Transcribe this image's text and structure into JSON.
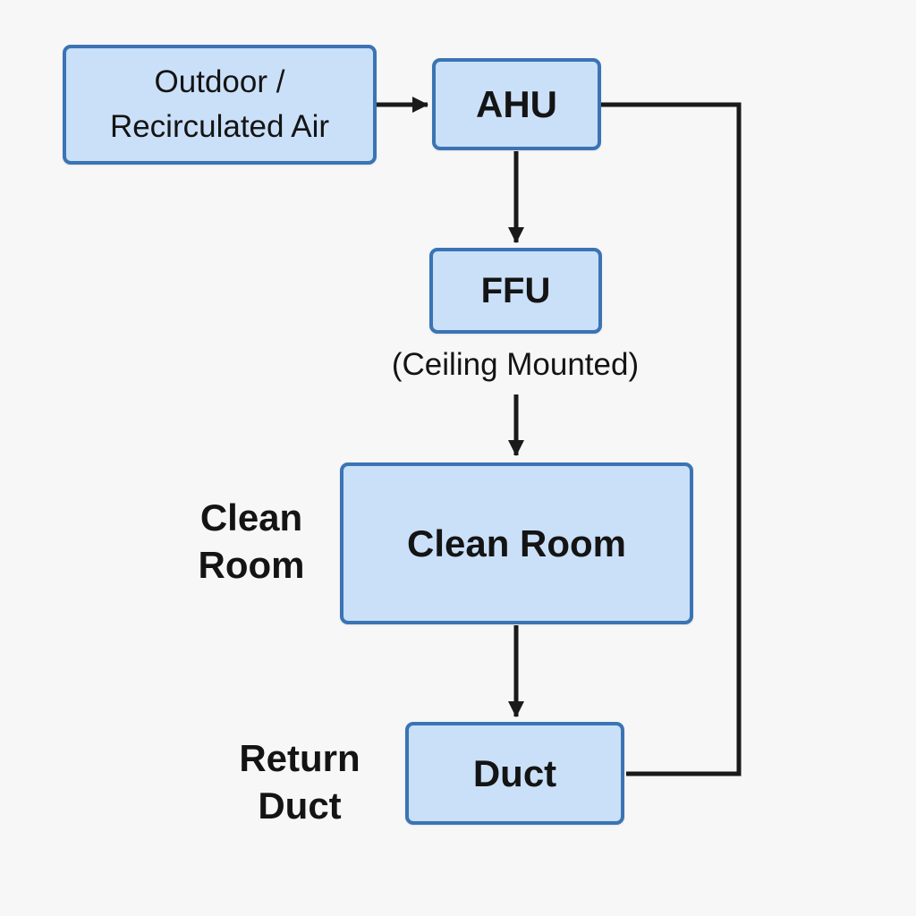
{
  "diagram": {
    "type": "flowchart",
    "nodes": {
      "outdoor": {
        "label": "Outdoor /\nRecirculated Air"
      },
      "ahu": {
        "label": "AHU"
      },
      "ffu": {
        "label": "FFU"
      },
      "cleanroom": {
        "label": "Clean Room"
      },
      "duct": {
        "label": "Duct"
      }
    },
    "annotations": {
      "ceiling_mounted": "(Ceiling Mounted)",
      "cleanroom_side": "Clean\nRoom",
      "return_duct_side": "Return\nDuct"
    },
    "edges": [
      {
        "from": "outdoor",
        "to": "ahu",
        "arrow": true
      },
      {
        "from": "ahu",
        "to": "ffu",
        "arrow": true
      },
      {
        "from": "ffu",
        "to": "cleanroom",
        "arrow": true,
        "via_label": "(Ceiling Mounted)"
      },
      {
        "from": "cleanroom",
        "to": "duct",
        "arrow": true
      },
      {
        "from": "duct",
        "to": "ahu",
        "arrow": false,
        "route": "right-side return loop"
      }
    ],
    "colors": {
      "node_fill": "#cae0f8",
      "node_border": "#3a74b4",
      "connector": "#1a1a1a",
      "text": "#141414",
      "background": "#f7f7f8"
    }
  }
}
